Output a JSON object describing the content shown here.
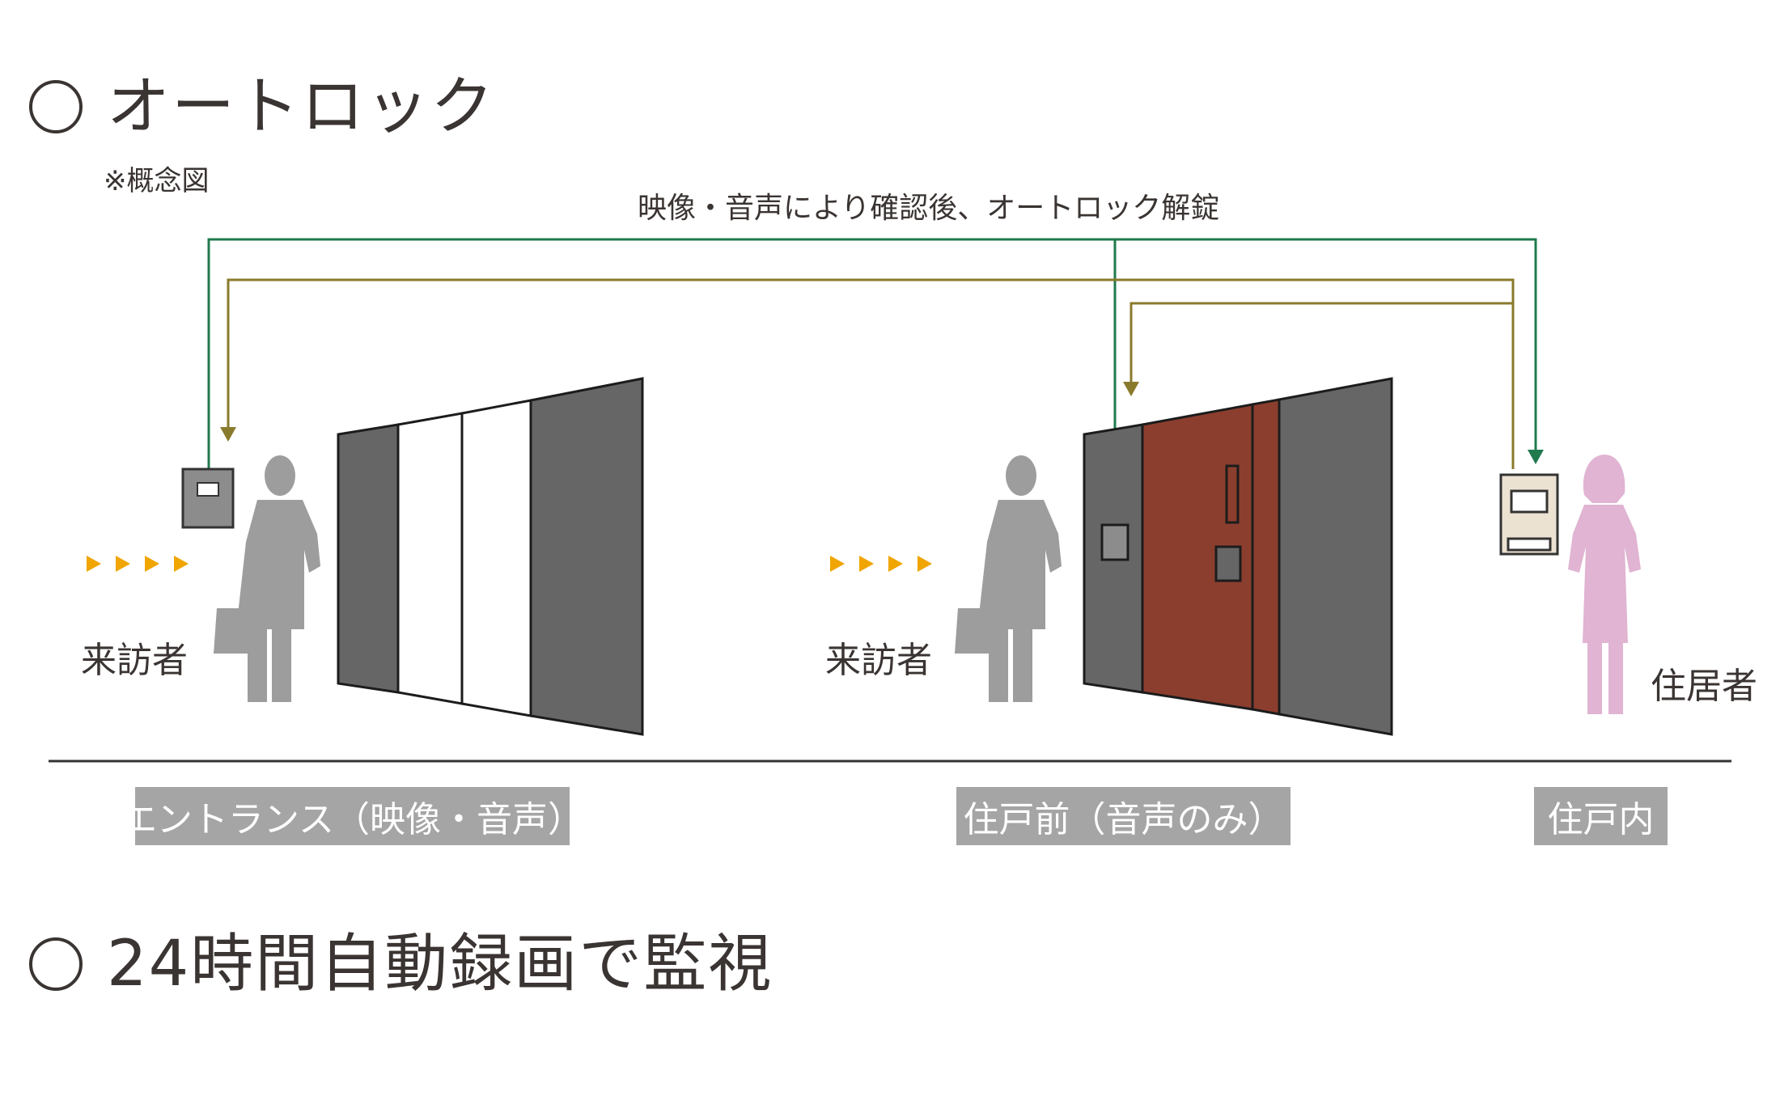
{
  "headings": {
    "autolock": "オートロック",
    "recording": "24時間自動録画で監視"
  },
  "note": "※概念図",
  "flow_caption": "映像・音声により確認後、オートロック解錠",
  "people": {
    "visitor_entrance": "来訪者",
    "visitor_door": "来訪者",
    "resident": "住居者"
  },
  "zones": {
    "entrance": "エントランス（映像・音声）",
    "front_door": "住戸前（音声のみ）",
    "inside": "住戸内"
  },
  "colors": {
    "green_line": "#1f7a4d",
    "olive_line": "#8a7a2c",
    "arrow_marker": "#f0a500",
    "door": "#8c3e2e",
    "wall": "#666666",
    "visitor": "#9d9d9d",
    "resident": "#e0b4d2",
    "zone_label": "#a5a5a5"
  }
}
